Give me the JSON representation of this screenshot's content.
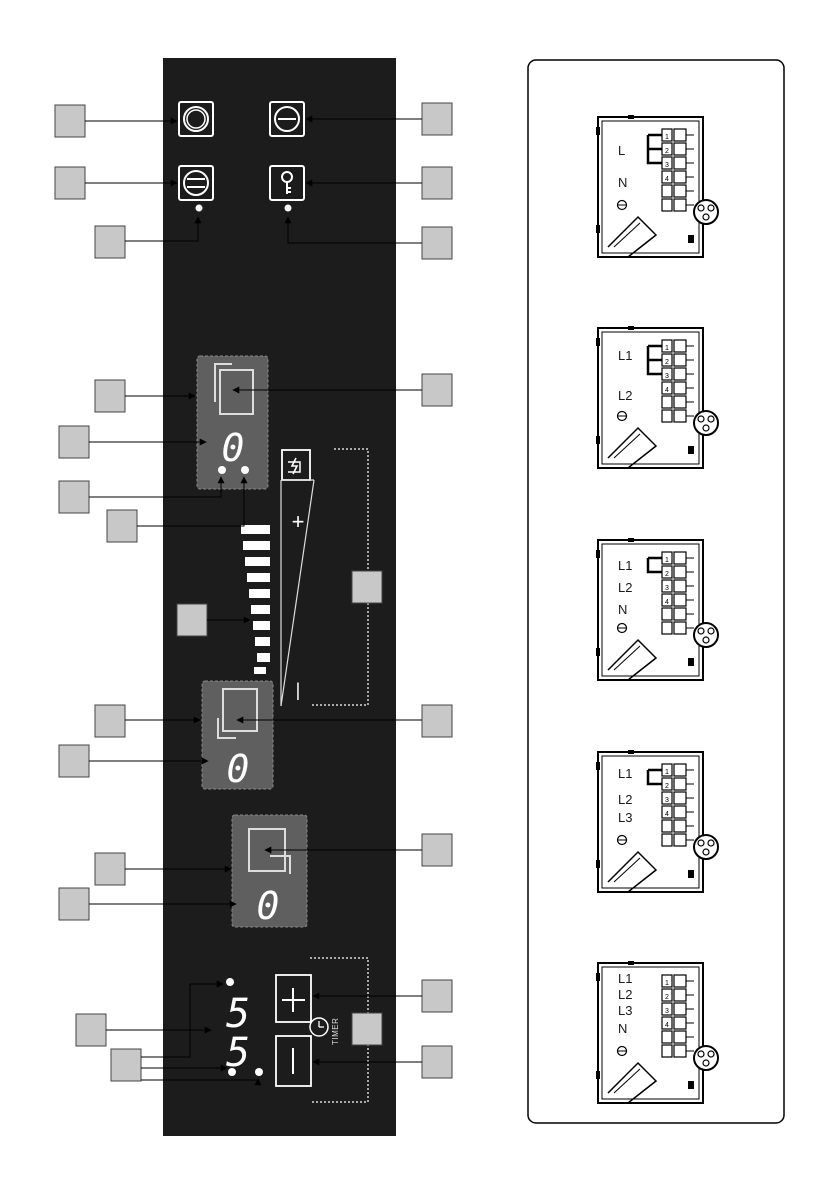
{
  "panel": {
    "timer_label": "TIMER",
    "timer_digits": [
      "5",
      "5"
    ],
    "zone_digit": "0",
    "plus_sign": "+",
    "minus_sign": "|"
  },
  "callouts_count_note": "",
  "connections": [
    {
      "labels": [
        "L",
        "N"
      ]
    },
    {
      "labels": [
        "L1",
        "L2"
      ]
    },
    {
      "labels": [
        "L1",
        "L2",
        "N"
      ]
    },
    {
      "labels": [
        "L1",
        "L2",
        "L3"
      ]
    },
    {
      "labels": [
        "L1",
        "L2",
        "L3",
        "N"
      ]
    }
  ],
  "terminal_numbers": [
    "1",
    "2",
    "3",
    "4"
  ],
  "colors": {
    "panel": "#1c1c1c",
    "zone_box": "#5f5f5f",
    "callout_box": "#c8c8c8",
    "segment": "#ffffff"
  }
}
